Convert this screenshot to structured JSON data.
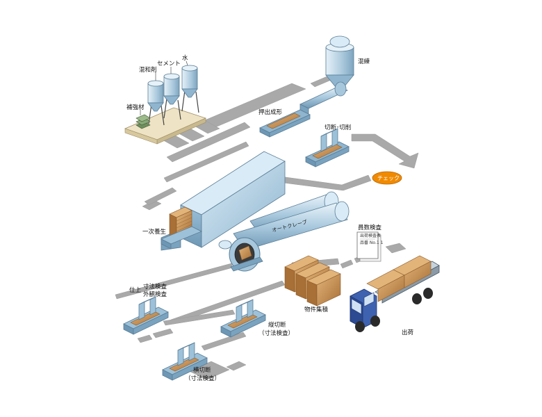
{
  "labels": {
    "mixing_agent": "混和剤",
    "cement": "セメント",
    "water": "水",
    "reinforcement": "補強材",
    "kneading": "混練",
    "extrusion": "押出成形",
    "cutting": "切断･切削",
    "check": "チェック",
    "primary_curing": "一次養生",
    "autoclave": "オートクレーブ",
    "quantity_inspection": "員数検査",
    "sheet_line1": "出荷検査表",
    "sheet_line2": "品番 No.1 1",
    "stacking": "物件集積",
    "shipping": "出荷",
    "finishing_line1": "仕上",
    "finishing_line2": "寸法検査",
    "finishing_line3": "外観検査",
    "longitudinal_cut_line1": "縦切断",
    "longitudinal_cut_line2": "（寸法検査）",
    "cross_cut_line1": "横切断",
    "cross_cut_line2": "（寸法検査）"
  },
  "colors": {
    "flow_arrow": "#a9a9a9",
    "machine_blue": "#a7c7dc",
    "machine_dark": "#7aa3bf",
    "panel_wood": "#c08a4e",
    "check_badge": "#f08a00",
    "platform": "#eee3c4"
  },
  "icons": [
    "silo-icon",
    "hopper-icon",
    "truck-icon",
    "document-icon",
    "autoclave-icon",
    "curing-chamber-icon"
  ]
}
